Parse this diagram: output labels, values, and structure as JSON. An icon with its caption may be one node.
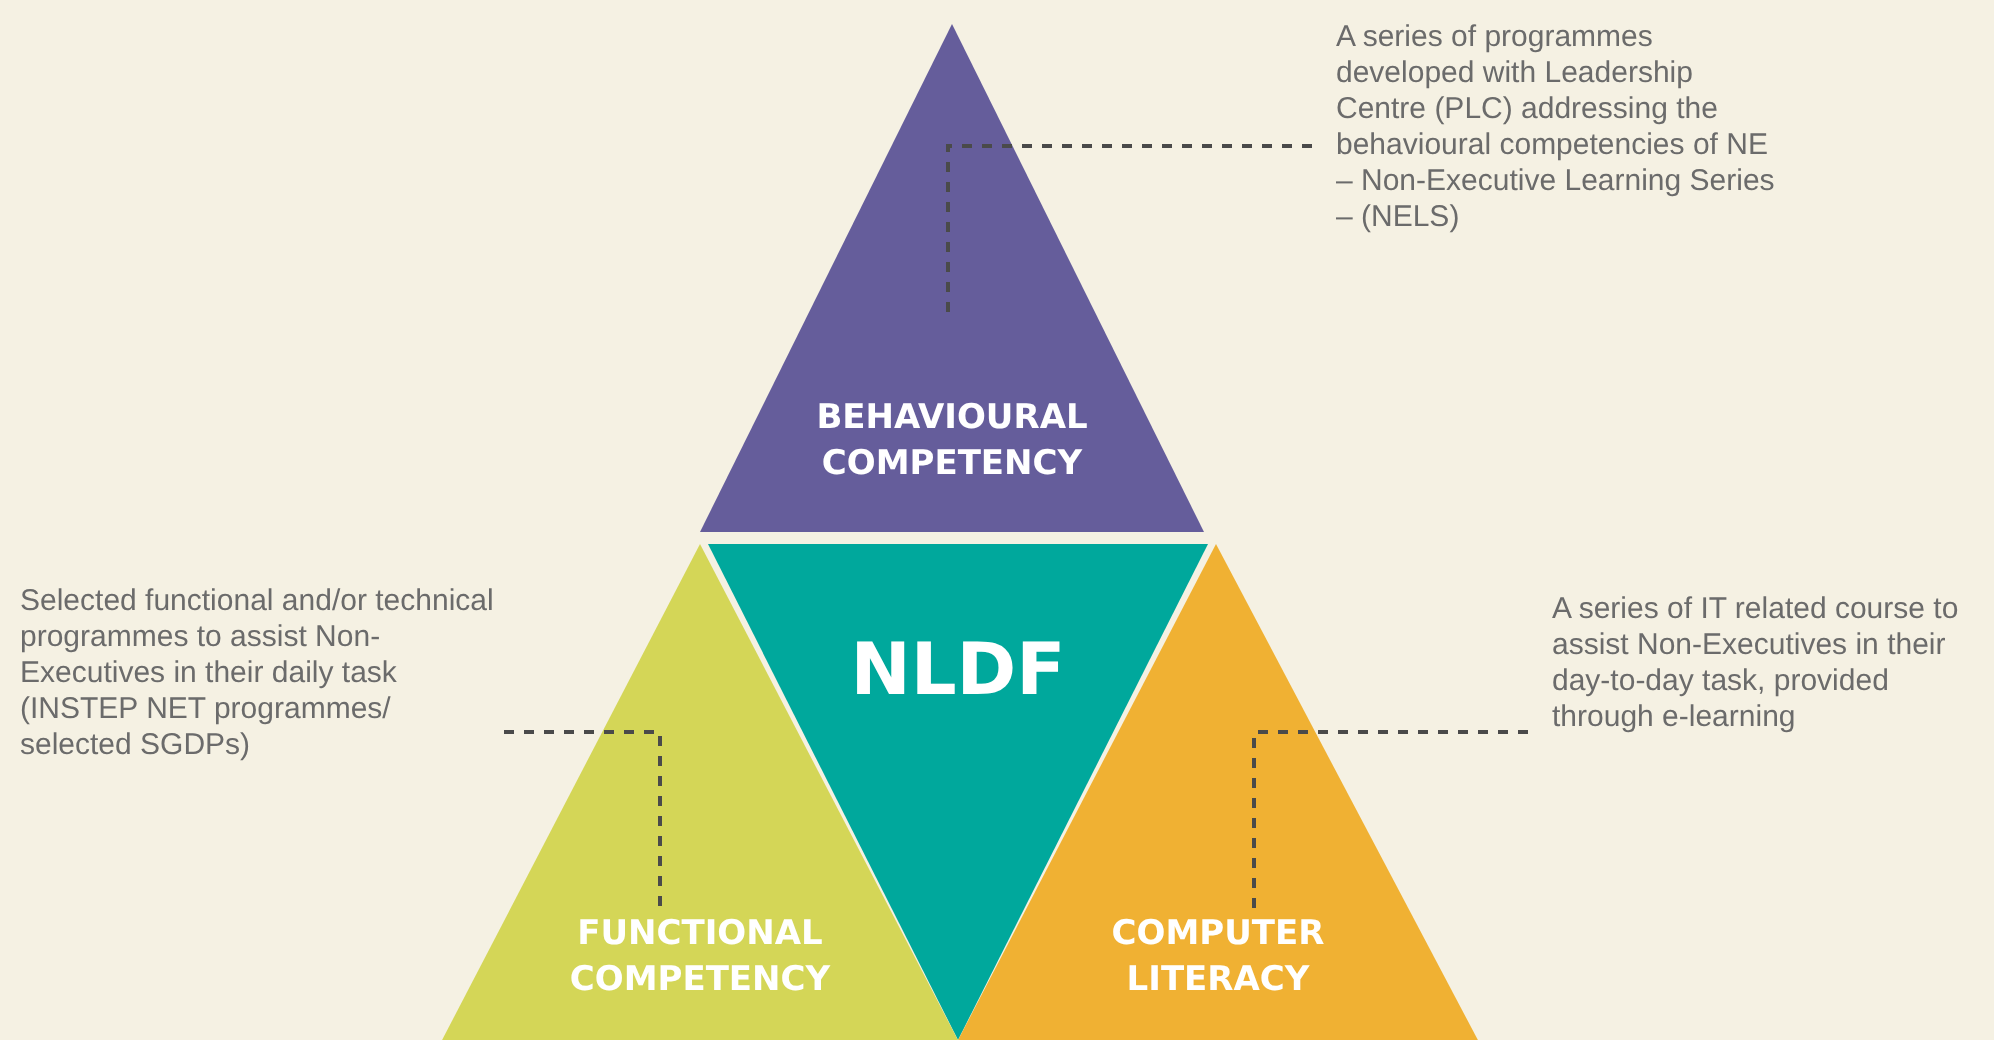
{
  "diagram": {
    "nodes": [
      {
        "text": [
          "BEHAVIOURAL COMPETENCY"
        ]
      },
      {
        "text": [
          "NLDF"
        ]
      },
      {
        "text": [
          "FUNCTIONAL COMPETENCY"
        ]
      },
      {
        "text": [
          "COMPUTER LITERACY"
        ]
      },
      {
        "text": [
          "A series of programmes developed with Leadership Centre (PLC) addressing the behavioural competencies of NE – Non-Executive Learning Series – (NELS)"
        ]
      },
      {
        "text": [
          "Selected functional and/or technical programmes to assist Non-Executives in their daily task (INSTEP NET programmes/ selected SGDPs)"
        ]
      },
      {
        "text": [
          "A series of IT related course to assist Non-Executives in their day-to-day task, provided through e-learning"
        ]
      }
    ],
    "edges": [
      {
        "from": 4,
        "to": 0,
        "arrow": "none",
        "style": "dashed"
      },
      {
        "from": 5,
        "to": 2,
        "arrow": "none",
        "style": "dashed"
      },
      {
        "from": 6,
        "to": 3,
        "arrow": "none",
        "style": "dashed"
      }
    ]
  }
}
